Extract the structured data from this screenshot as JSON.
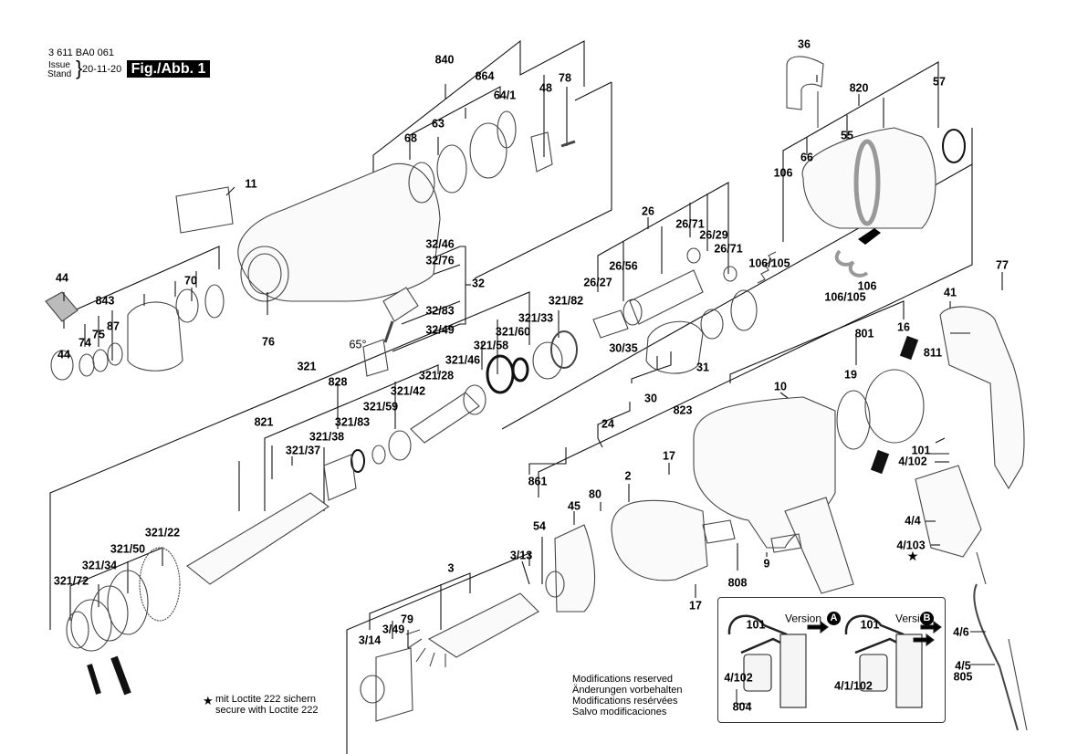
{
  "header": {
    "part_number": "3 611 BA0 061",
    "issue_label_en": "Issue",
    "issue_label_de": "Stand",
    "issue_date": "20-11-20",
    "figure_label": "Fig./Abb. 1"
  },
  "callouts": [
    {
      "id": "840",
      "label": "840"
    },
    {
      "id": "864",
      "label": "864"
    },
    {
      "id": "64-1",
      "label": "64/1"
    },
    {
      "id": "48",
      "label": "48"
    },
    {
      "id": "78",
      "label": "78"
    },
    {
      "id": "68",
      "label": "68"
    },
    {
      "id": "63",
      "label": "63"
    },
    {
      "id": "36",
      "label": "36"
    },
    {
      "id": "820",
      "label": "820"
    },
    {
      "id": "57",
      "label": "57"
    },
    {
      "id": "66",
      "label": "66"
    },
    {
      "id": "55",
      "label": "55"
    },
    {
      "id": "106-a",
      "label": "106"
    },
    {
      "id": "11",
      "label": "11"
    },
    {
      "id": "26",
      "label": "26"
    },
    {
      "id": "26-71-a",
      "label": "26/71"
    },
    {
      "id": "26-29",
      "label": "26/29"
    },
    {
      "id": "26-71-b",
      "label": "26/71"
    },
    {
      "id": "26-56",
      "label": "26/56"
    },
    {
      "id": "26-27",
      "label": "26/27"
    },
    {
      "id": "106-105-a",
      "label": "106/105"
    },
    {
      "id": "106-105-b",
      "label": "106/105"
    },
    {
      "id": "106-b",
      "label": "106"
    },
    {
      "id": "32-46",
      "label": "32/46"
    },
    {
      "id": "32-76",
      "label": "32/76"
    },
    {
      "id": "32",
      "label": "32"
    },
    {
      "id": "32-83",
      "label": "32/83"
    },
    {
      "id": "32-49",
      "label": "32/49"
    },
    {
      "id": "65deg",
      "label": "65°"
    },
    {
      "id": "44-a",
      "label": "44"
    },
    {
      "id": "843",
      "label": "843"
    },
    {
      "id": "70",
      "label": "70"
    },
    {
      "id": "75",
      "label": "75"
    },
    {
      "id": "87",
      "label": "87"
    },
    {
      "id": "74",
      "label": "74"
    },
    {
      "id": "44-b",
      "label": "44"
    },
    {
      "id": "76",
      "label": "76"
    },
    {
      "id": "77",
      "label": "77"
    },
    {
      "id": "41",
      "label": "41"
    },
    {
      "id": "321-82",
      "label": "321/82"
    },
    {
      "id": "321-33",
      "label": "321/33"
    },
    {
      "id": "321-60",
      "label": "321/60"
    },
    {
      "id": "321-58",
      "label": "321/58"
    },
    {
      "id": "321-46",
      "label": "321/46"
    },
    {
      "id": "321-28",
      "label": "321/28"
    },
    {
      "id": "321-42",
      "label": "321/42"
    },
    {
      "id": "321-59",
      "label": "321/59"
    },
    {
      "id": "321",
      "label": "321"
    },
    {
      "id": "828",
      "label": "828"
    },
    {
      "id": "821",
      "label": "821"
    },
    {
      "id": "321-83",
      "label": "321/83"
    },
    {
      "id": "321-38",
      "label": "321/38"
    },
    {
      "id": "321-37",
      "label": "321/37"
    },
    {
      "id": "30-35",
      "label": "30/35"
    },
    {
      "id": "31",
      "label": "31"
    },
    {
      "id": "30",
      "label": "30"
    },
    {
      "id": "823",
      "label": "823"
    },
    {
      "id": "24",
      "label": "24"
    },
    {
      "id": "861",
      "label": "861"
    },
    {
      "id": "801",
      "label": "801"
    },
    {
      "id": "16",
      "label": "16"
    },
    {
      "id": "811",
      "label": "811"
    },
    {
      "id": "19",
      "label": "19"
    },
    {
      "id": "10",
      "label": "10"
    },
    {
      "id": "101-a",
      "label": "101"
    },
    {
      "id": "4-102-a",
      "label": "4/102"
    },
    {
      "id": "4-4",
      "label": "4/4"
    },
    {
      "id": "4-103",
      "label": "4/103"
    },
    {
      "id": "17-a",
      "label": "17"
    },
    {
      "id": "2",
      "label": "2"
    },
    {
      "id": "80",
      "label": "80"
    },
    {
      "id": "45",
      "label": "45"
    },
    {
      "id": "54",
      "label": "54"
    },
    {
      "id": "3-13",
      "label": "3/13"
    },
    {
      "id": "3",
      "label": "3"
    },
    {
      "id": "79",
      "label": "79"
    },
    {
      "id": "3-49",
      "label": "3/49"
    },
    {
      "id": "3-14",
      "label": "3/14"
    },
    {
      "id": "17-b",
      "label": "17"
    },
    {
      "id": "808",
      "label": "808"
    },
    {
      "id": "9",
      "label": "9"
    },
    {
      "id": "321-22",
      "label": "321/22"
    },
    {
      "id": "321-50",
      "label": "321/50"
    },
    {
      "id": "321-34",
      "label": "321/34"
    },
    {
      "id": "321-72",
      "label": "321/72"
    },
    {
      "id": "4-6",
      "label": "4/6"
    },
    {
      "id": "4-5",
      "label": "4/5"
    },
    {
      "id": "805",
      "label": "805"
    }
  ],
  "inset": {
    "version_a_label": "Version",
    "version_a_badge": "A",
    "version_b_label": "Version",
    "version_b_badge": "B",
    "a_101": "101",
    "a_4_102": "4/102",
    "a_804": "804",
    "b_101": "101",
    "b_4_1_102": "4/1/102"
  },
  "notes": {
    "loctite_star": "★",
    "loctite_de": "mit Loctite 222 sichern",
    "loctite_en": "secure with Loctite 222",
    "mod_en": "Modifications reserved",
    "mod_de": "Änderungen vorbehalten",
    "mod_fr": "Modifications resérvées",
    "mod_es": "Salvo modificaciones",
    "star_4_103": "★"
  }
}
